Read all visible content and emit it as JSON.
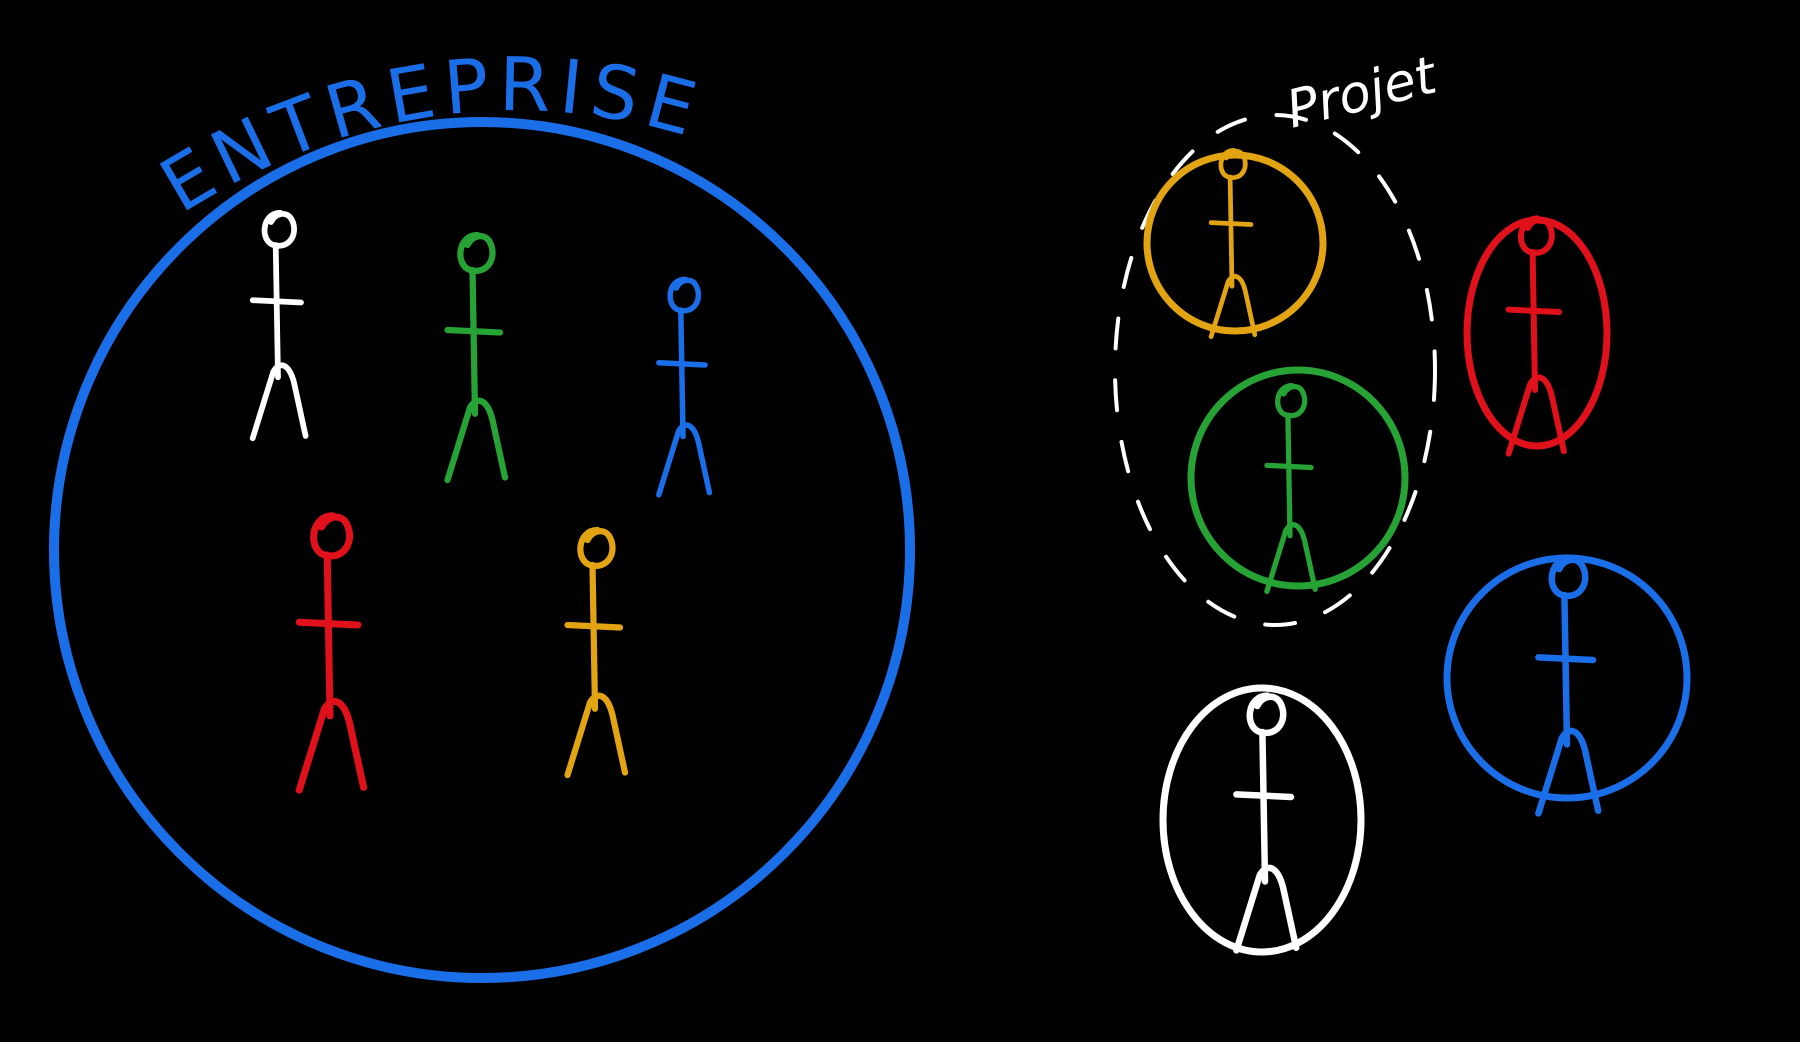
{
  "background_color": "#000000",
  "colors": {
    "blue": "#1a6ee8",
    "white": "#ffffff",
    "green": "#27a336",
    "red": "#e0111b",
    "yellow": "#e2a412"
  },
  "labels": {
    "enterprise": "ENTREPRISE",
    "project": "Projet"
  },
  "enterprise_group": {
    "people": [
      {
        "color": "white"
      },
      {
        "color": "green"
      },
      {
        "color": "blue"
      },
      {
        "color": "red"
      },
      {
        "color": "yellow"
      }
    ]
  },
  "individuals": [
    {
      "color": "yellow",
      "in_project": true
    },
    {
      "color": "green",
      "in_project": true
    },
    {
      "color": "red",
      "in_project": false
    },
    {
      "color": "blue",
      "in_project": false
    },
    {
      "color": "white",
      "in_project": false
    }
  ]
}
